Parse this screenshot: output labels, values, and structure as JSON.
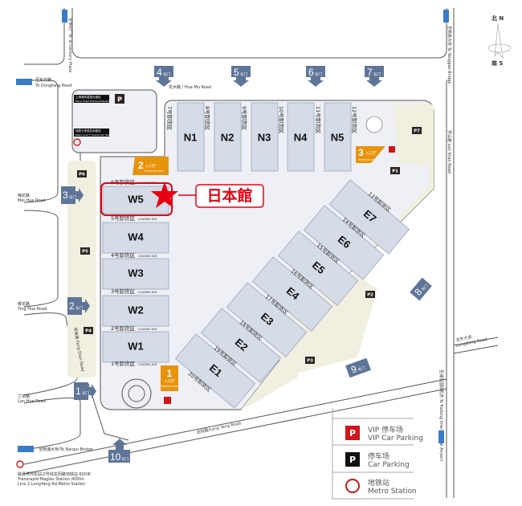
{
  "colors": {
    "gate": "#5f7598",
    "entrance": "#e8930c",
    "vip_parking": "#d0161b",
    "parking": "#111111",
    "highlight": "#e60012",
    "hall": "#d5dbe7",
    "site": "#eef0f5",
    "green": "#f1efdf"
  },
  "compass": {
    "north": "北 N",
    "south": "南 S"
  },
  "roads": {
    "century": "至世纪广场 To Century Plaza",
    "dongfang_cn": "至东方路",
    "dongfang_en": "To Dongfang Road",
    "huamu": "花木路 / Hua Mu Road",
    "yanggao": "至杨高大桥 To Yanggao Bridge",
    "luoshan": "罗山路 Luo Shan Road",
    "meihua_cn": "梅花路",
    "meihua_en": "Mei Hua Road",
    "yinghua_cn": "樱花路",
    "yinghua_en": "Ying Hua Road",
    "lanhua_cn": "兰花路",
    "lanhua_en": "Lan Hua Road",
    "fangdian": "芳甸路 Fang Dian Road",
    "nanpu": "至南浦大桥/To Nanpu Bridge",
    "longyang": "龙阳路/Long Yang Road",
    "longdong_cn": "龙东大道",
    "longdong_en": "LongDong Road",
    "airport": "至浦东国际机场 To Pudong International Airport"
  },
  "landmarks": {
    "hotel_cn": "上海浦东嘉里大酒店",
    "hotel_en": "Kerry Hotel Pudong Shanghai",
    "metro7_cn": "地铁七号线花木路站",
    "metro7_en": "Metro Line 7 Huamu Rd. Station",
    "maglev_cn": "磁悬浮列车站/2号线龙阳路地铁站  600米",
    "maglev_en1": "Transrapid Maglev Station  /600m",
    "maglev_en2": "Line 2 LongYang Rd.Metro Station"
  },
  "gates": [
    {
      "num": "1",
      "suffix": "号门"
    },
    {
      "num": "2",
      "suffix": "号门"
    },
    {
      "num": "3",
      "suffix": "号门"
    },
    {
      "num": "4",
      "suffix": "号门"
    },
    {
      "num": "5",
      "suffix": "号门"
    },
    {
      "num": "6",
      "suffix": "号门"
    },
    {
      "num": "7",
      "suffix": "号门"
    },
    {
      "num": "8",
      "suffix": "号门"
    },
    {
      "num": "9",
      "suffix": "号门"
    },
    {
      "num": "10",
      "suffix": "号门"
    }
  ],
  "entrances": [
    {
      "num": "1",
      "cn": "入口厅",
      "en": "Entrance Hall"
    },
    {
      "num": "2",
      "cn": "入口厅",
      "en": "Entrance Hall"
    },
    {
      "num": "3",
      "cn": "入口厅",
      "en": "Entrance Hall"
    }
  ],
  "halls": {
    "west": [
      "W5",
      "W4",
      "W3",
      "W2",
      "W1"
    ],
    "north": [
      "N1",
      "N2",
      "N3",
      "N4",
      "N5"
    ],
    "east": [
      "E1",
      "E2",
      "E3",
      "E4",
      "E5",
      "E6",
      "E7"
    ]
  },
  "loading_bays": {
    "suffix_en": "LOADING BAY",
    "west": [
      "6号卸货区",
      "5号卸货区",
      "4号卸货区",
      "3号卸货区",
      "2号卸货区",
      "1号卸货区"
    ],
    "north": [
      "7号卸货区",
      "8号卸货区",
      "9号卸货区",
      "10号卸货区",
      "11号卸货区",
      "12号卸货区"
    ],
    "east": [
      "20号卸货区",
      "19号卸货区",
      "18号卸货区",
      "17号卸货区",
      "16号卸货区",
      "15号卸货区",
      "14号卸货区",
      "13号卸货区"
    ]
  },
  "parking": [
    "P1",
    "P2",
    "P3",
    "P4",
    "P5",
    "P6",
    "P7"
  ],
  "parking_glyph": "P",
  "highlight": {
    "label": "日本館",
    "hall": "W5"
  },
  "legend": [
    {
      "cn": "VIP 停车场",
      "en": "VIP Car Parking"
    },
    {
      "cn": "停车场",
      "en": "Car Parking"
    },
    {
      "cn": "地铁站",
      "en": "Metro Station"
    }
  ]
}
